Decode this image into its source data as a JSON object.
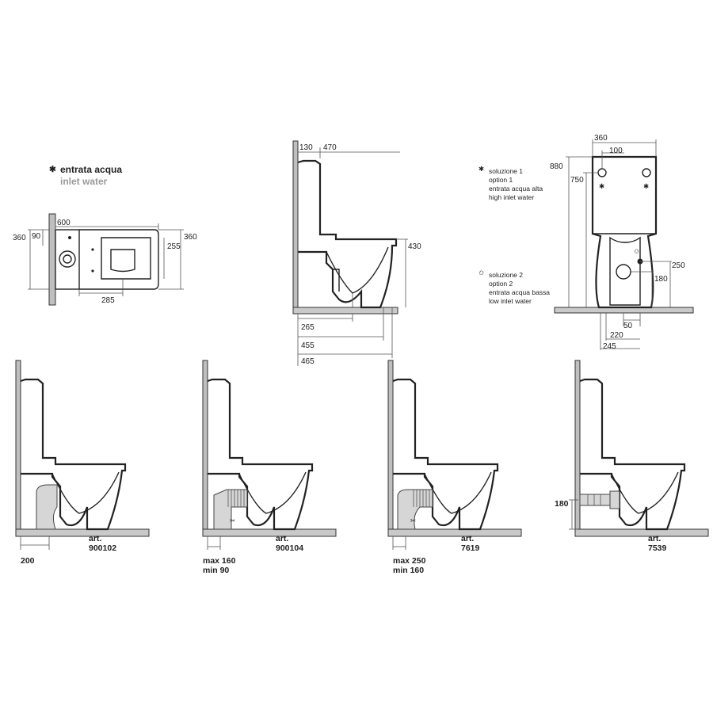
{
  "legend": {
    "symbol": "✱",
    "label_it": "entrata acqua",
    "label_en": "inlet water"
  },
  "plan_view": {
    "dim_length": "600",
    "dim_width_left": "360",
    "dim_width_right": "360",
    "dim_90": "90",
    "dim_255": "255",
    "dim_285": "285"
  },
  "side_view_top": {
    "dim_130": "130",
    "dim_470": "470",
    "dim_430": "430",
    "dim_265": "265",
    "dim_455": "455",
    "dim_465": "465"
  },
  "options": {
    "option1": {
      "symbol": "✱",
      "lines": [
        "soluzione 1",
        "option 1",
        "entrata acqua alta",
        "high inlet water"
      ]
    },
    "option2": {
      "symbol": "✩",
      "lines": [
        "soluzione 2",
        "option 2",
        "entrata acqua bassa",
        "low inlet water"
      ]
    }
  },
  "rear_view": {
    "dim_360": "360",
    "dim_100": "100",
    "dim_880": "880",
    "dim_750": "750",
    "dim_250": "250",
    "dim_180": "180",
    "dim_50": "50",
    "dim_220": "220",
    "dim_245": "245"
  },
  "variants": [
    {
      "art_label": "art.",
      "art_number": "900102",
      "dims": [
        "200"
      ]
    },
    {
      "art_label": "art.",
      "art_number": "900104",
      "dims": [
        "max 160",
        "min  90"
      ]
    },
    {
      "art_label": "art.",
      "art_number": "7619",
      "dims": [
        "max 250",
        "min  160"
      ]
    },
    {
      "art_label": "art.",
      "art_number": "7539",
      "dims": [
        "180"
      ]
    }
  ]
}
